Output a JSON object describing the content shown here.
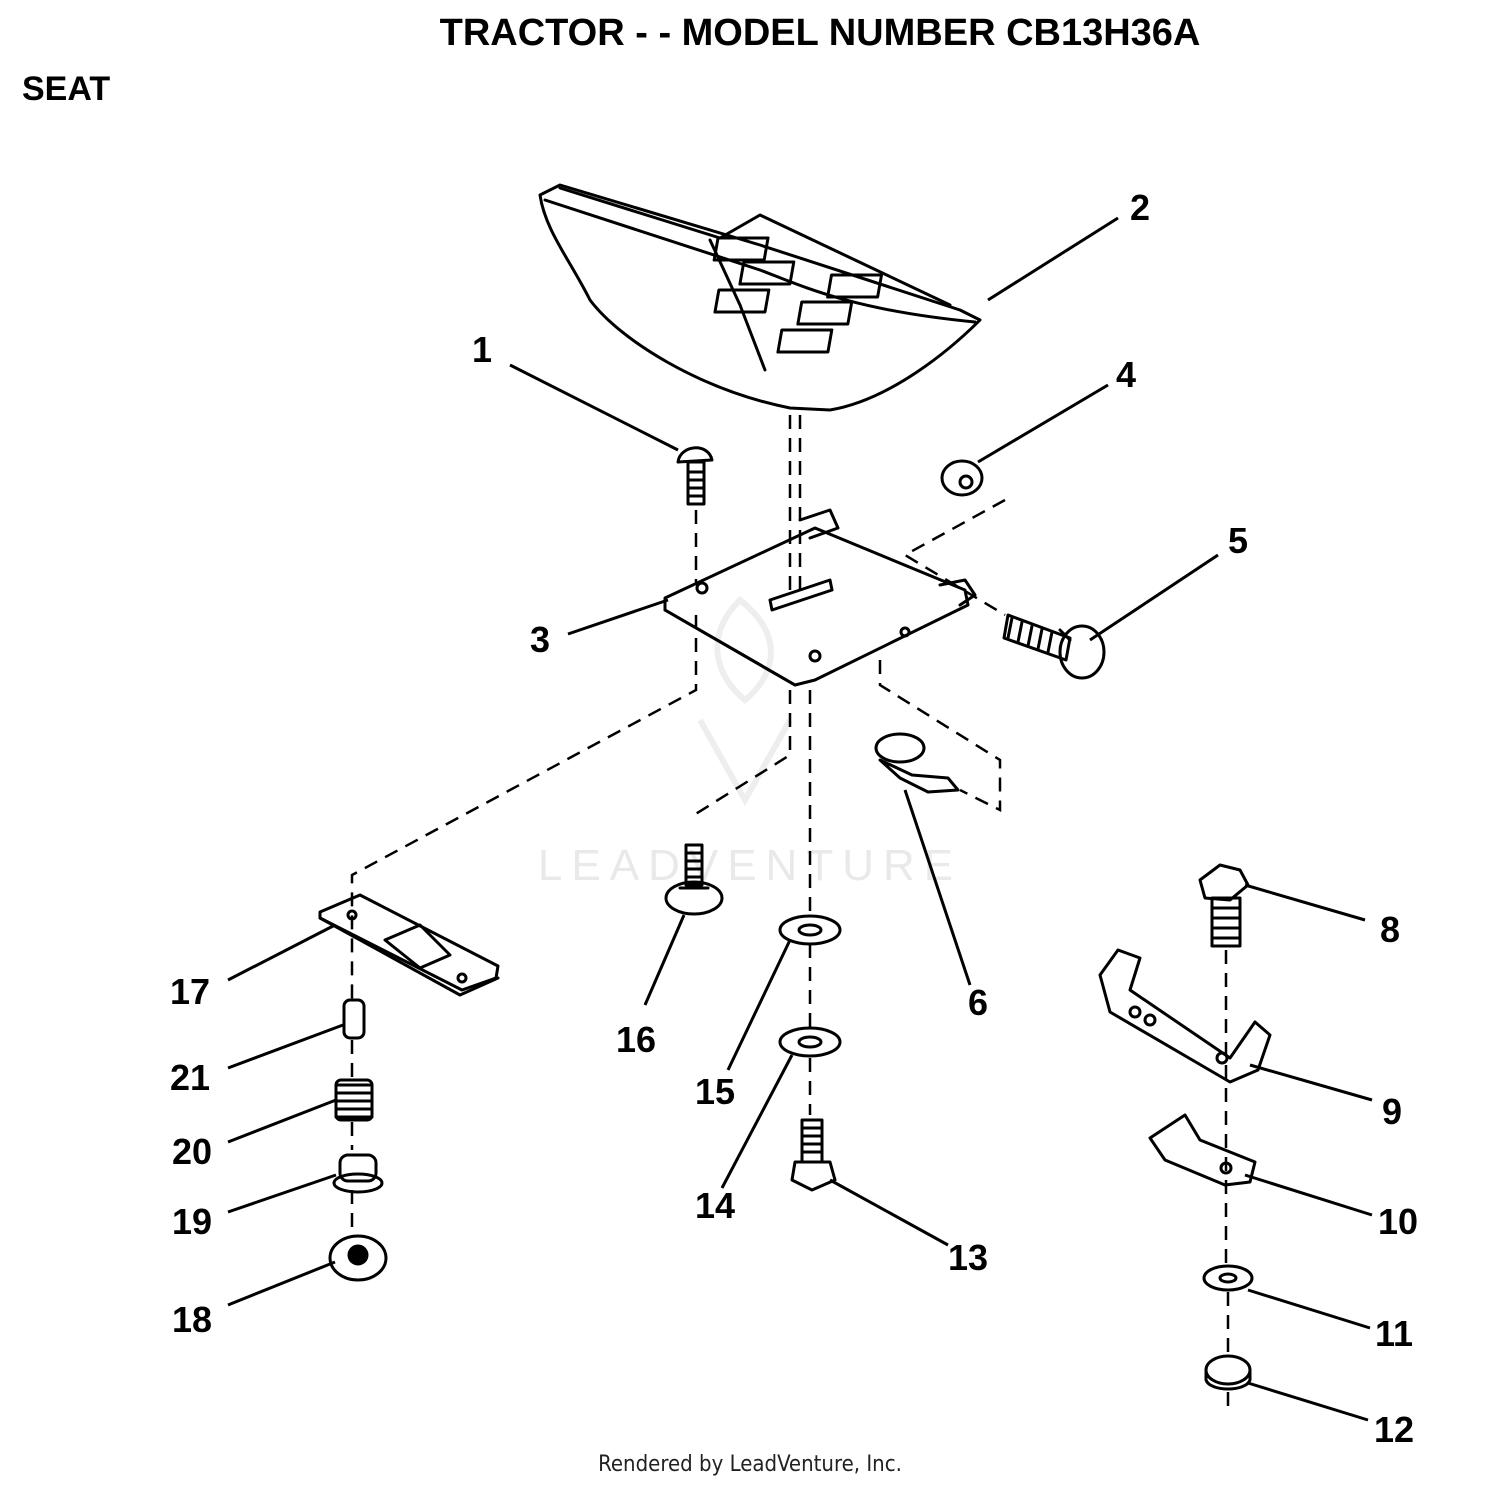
{
  "header": {
    "title": "TRACTOR - - MODEL NUMBER CB13H36A",
    "section": "SEAT"
  },
  "watermark": {
    "text": "LEADVENTURE"
  },
  "footer": {
    "text": "Rendered by LeadVenture, Inc."
  },
  "parts": [
    {
      "number": "1"
    },
    {
      "number": "2"
    },
    {
      "number": "3"
    },
    {
      "number": "4"
    },
    {
      "number": "5"
    },
    {
      "number": "6"
    },
    {
      "number": "8"
    },
    {
      "number": "9"
    },
    {
      "number": "10"
    },
    {
      "number": "11"
    },
    {
      "number": "12"
    },
    {
      "number": "13"
    },
    {
      "number": "14"
    },
    {
      "number": "15"
    },
    {
      "number": "16"
    },
    {
      "number": "17"
    },
    {
      "number": "18"
    },
    {
      "number": "19"
    },
    {
      "number": "20"
    },
    {
      "number": "21"
    }
  ]
}
